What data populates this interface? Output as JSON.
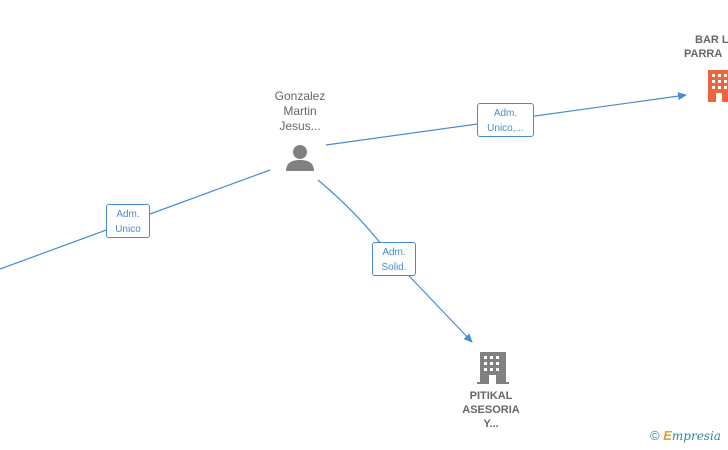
{
  "nodes": {
    "person": {
      "line1": "Gonzalez",
      "line2": "Martin",
      "line3": "Jesus..."
    },
    "company_top": {
      "line1": "BAR L",
      "line2": "PARRA"
    },
    "company_bottom": {
      "line1": "PITIKAL",
      "line2": "ASESORIA",
      "line3": "Y..."
    }
  },
  "edges": {
    "to_top": {
      "line1": "Adm.",
      "line2": "Unico,..."
    },
    "from_left": {
      "line1": "Adm.",
      "line2": "Unico"
    },
    "to_bottom": {
      "line1": "Adm.",
      "line2": "Solid."
    }
  },
  "watermark": {
    "copyright": "©",
    "brand_first": "E",
    "brand_rest": "mpresia"
  },
  "colors": {
    "edge": "#4a8ad4",
    "company_top": "#f0643c",
    "company_bottom": "#808080",
    "person": "#808080"
  }
}
